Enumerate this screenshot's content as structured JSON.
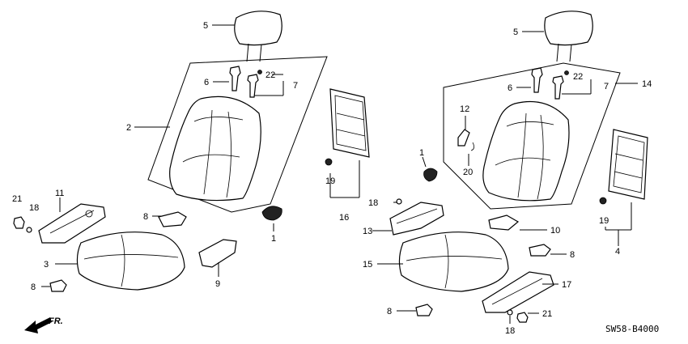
{
  "diagram_code": "SW58-B4000",
  "direction_label": "FR.",
  "callouts": {
    "c1a": "1",
    "c1b": "1",
    "c2": "2",
    "c3": "3",
    "c4": "4",
    "c5a": "5",
    "c5b": "5",
    "c6a": "6",
    "c6b": "6",
    "c7a": "7",
    "c7b": "7",
    "c8a": "8",
    "c8b": "8",
    "c8c": "8",
    "c8d": "8",
    "c9": "9",
    "c10": "10",
    "c11": "11",
    "c12": "12",
    "c13": "13",
    "c14": "14",
    "c15": "15",
    "c16": "16",
    "c17": "17",
    "c18a": "18",
    "c18b": "18",
    "c18c": "18",
    "c19a": "19",
    "c19b": "19",
    "c20": "20",
    "c21a": "21",
    "c21b": "21",
    "c22a": "22",
    "c22b": "22"
  }
}
